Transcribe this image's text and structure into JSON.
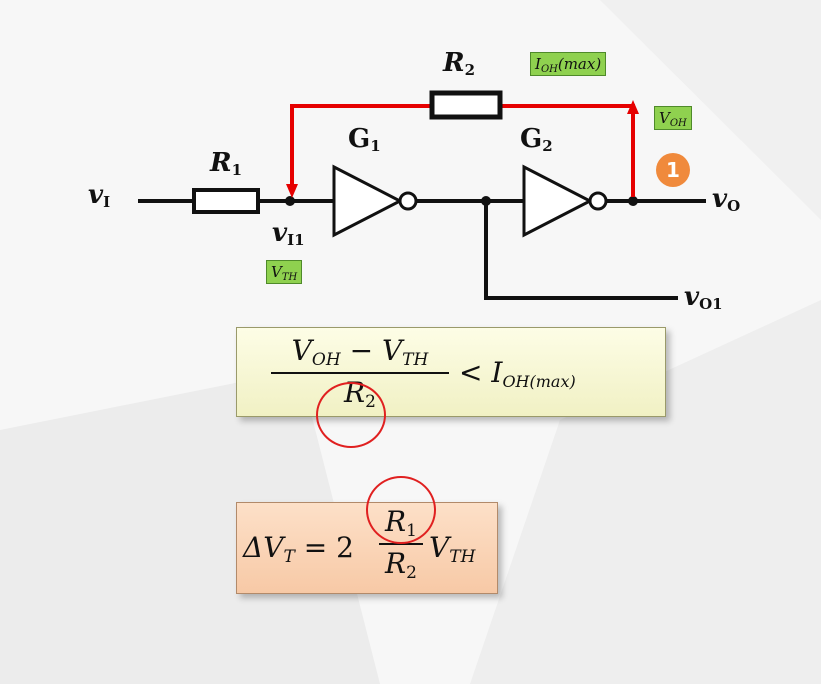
{
  "diagram": {
    "labels": {
      "vi": "v",
      "vi_sub": "I",
      "r1": "R",
      "r1_sub": "1",
      "r2": "R",
      "r2_sub": "2",
      "g1": "G",
      "g1_sub": "1",
      "g2": "G",
      "g2_sub": "2",
      "vi1": "v",
      "vi1_sub": "I1",
      "vo": "v",
      "vo_sub": "O",
      "vo1": "v",
      "vo1_sub": "O1"
    },
    "tags": {
      "ioh_max": "I",
      "ioh_max_sub": "OH",
      "ioh_max_tail": "(max)",
      "voh": "V",
      "voh_sub": "OH",
      "vth": "V",
      "vth_sub": "TH"
    },
    "badge": "1",
    "colors": {
      "feedback": "#e60000",
      "wire": "#111111",
      "tag_green": "#8fd14f",
      "badge": "#f08a3c",
      "circle": "#e02020"
    }
  },
  "formula1": {
    "num_a": "V",
    "num_a_sub": "OH",
    "minus": "−",
    "num_b": "V",
    "num_b_sub": "TH",
    "den": "R",
    "den_sub": "2",
    "lt": "<",
    "rhs": "I",
    "rhs_sub": "OH(max)"
  },
  "formula2": {
    "delta": "ΔV",
    "delta_sub": "T",
    "eq": "=",
    "coef": "2",
    "num": "R",
    "num_sub": "1",
    "den": "R",
    "den_sub": "2",
    "tail": "V",
    "tail_sub": "TH"
  }
}
